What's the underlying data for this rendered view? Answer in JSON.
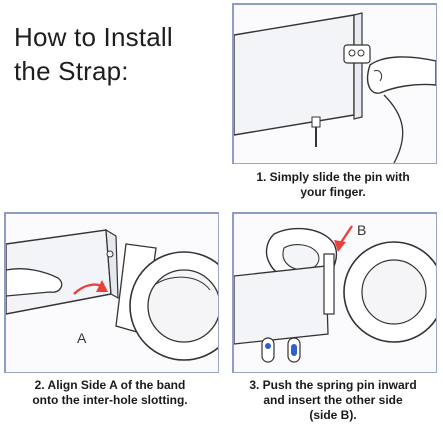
{
  "title": {
    "line1": "How to Install",
    "line2": "the Strap:"
  },
  "steps": [
    {
      "line1": "1. Simply slide the pin with",
      "line2": "your finger."
    },
    {
      "line1": "2. Align Side A of the band",
      "line2": "onto the inter-hole slotting."
    },
    {
      "line1": "3. Push the spring pin inward",
      "line2": "and insert the other side",
      "line3": "(side B)."
    }
  ],
  "labels": {
    "side_a": "A",
    "side_b": "B"
  },
  "colors": {
    "arrow": "#e8423a",
    "panel_border": "#8f9dc4",
    "icon_blue": "#2f5fd0"
  }
}
